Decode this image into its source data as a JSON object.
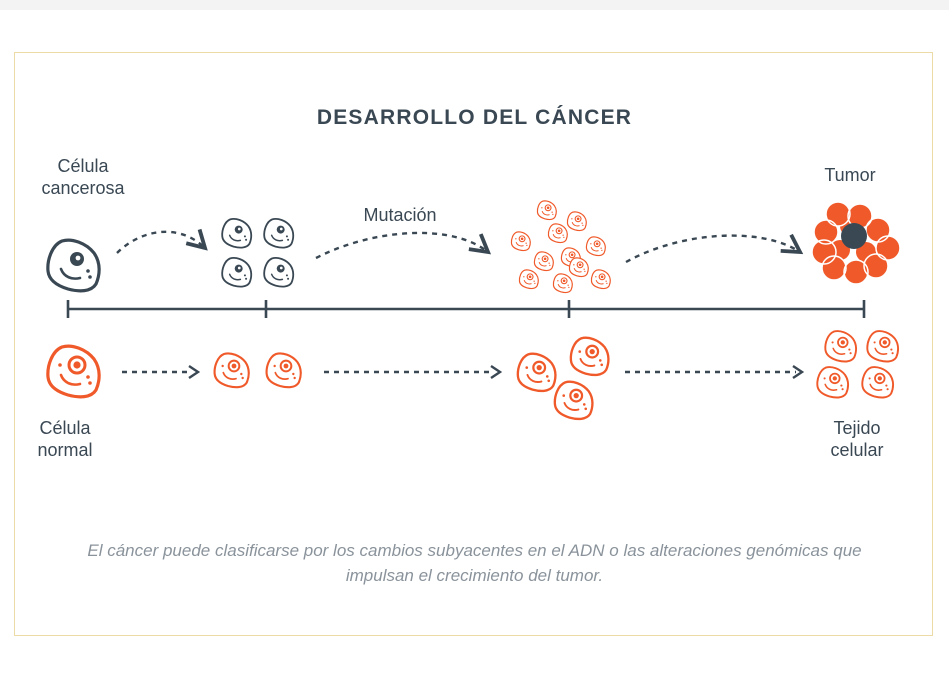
{
  "title": "DESARROLLO DEL CÁNCER",
  "labels": {
    "cancer_cell": "Célula\ncancerosa",
    "mutation": "Mutación",
    "tumor": "Tumor",
    "normal_cell": "Célula\nnormal",
    "tissue": "Tejido\ncelular"
  },
  "caption": "El cáncer puede clasificarse por los cambios subyacentes en el ADN o las alteraciones genómicas que impulsan el crecimiento del tumor.",
  "colors": {
    "orange": "#f05a2a",
    "dark": "#3a4854",
    "card_border": "#ecdba6",
    "caption": "#8a939b"
  }
}
